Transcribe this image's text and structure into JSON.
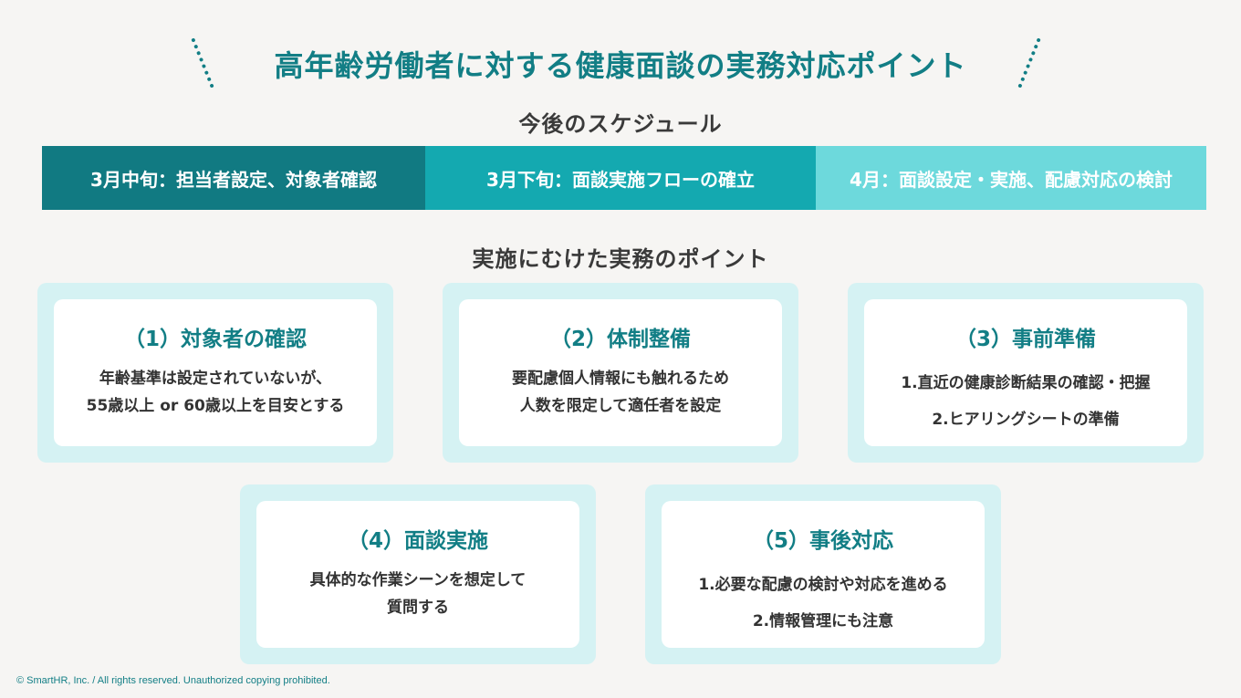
{
  "header": {
    "title": "高年齢労働者に対する健康面談の実務対応ポイント",
    "decoration_icon": "dotted-slash"
  },
  "schedule": {
    "heading": "今後のスケジュール",
    "phases": [
      {
        "label": "3月中旬：担当者設定、対象者確認",
        "color": "#117a82"
      },
      {
        "label": "3月下旬：面談実施フローの確立",
        "color": "#14a9b0"
      },
      {
        "label": "4月：面談設定・実施、配慮対応の検討",
        "color": "#6dd9dc"
      }
    ]
  },
  "points": {
    "heading": "実施にむけた実務のポイント",
    "cards": [
      {
        "title": "（1）対象者の確認",
        "lines": [
          "年齢基準は設定されていないが、",
          "55歳以上 or 60歳以上を目安とする"
        ]
      },
      {
        "title": "（2）体制整備",
        "lines": [
          "要配慮個人情報にも触れるため",
          "人数を限定して適任者を設定"
        ]
      },
      {
        "title": "（3）事前準備",
        "lines": [
          "1.直近の健康診断結果の確認・把握",
          "2.ヒアリングシートの準備"
        ]
      },
      {
        "title": "（4）面談実施",
        "lines": [
          "具体的な作業シーンを想定して",
          "質問する"
        ]
      },
      {
        "title": "（5）事後対応",
        "lines": [
          "1.必要な配慮の検討や対応を進める",
          "2.情報管理にも注意"
        ]
      }
    ]
  },
  "colors": {
    "accent": "#127e85",
    "card_border": "#d5f2f3",
    "background": "#f6f5f3"
  },
  "footer": {
    "copyright": "© SmartHR, Inc. / All rights reserved. Unauthorized copying prohibited."
  }
}
